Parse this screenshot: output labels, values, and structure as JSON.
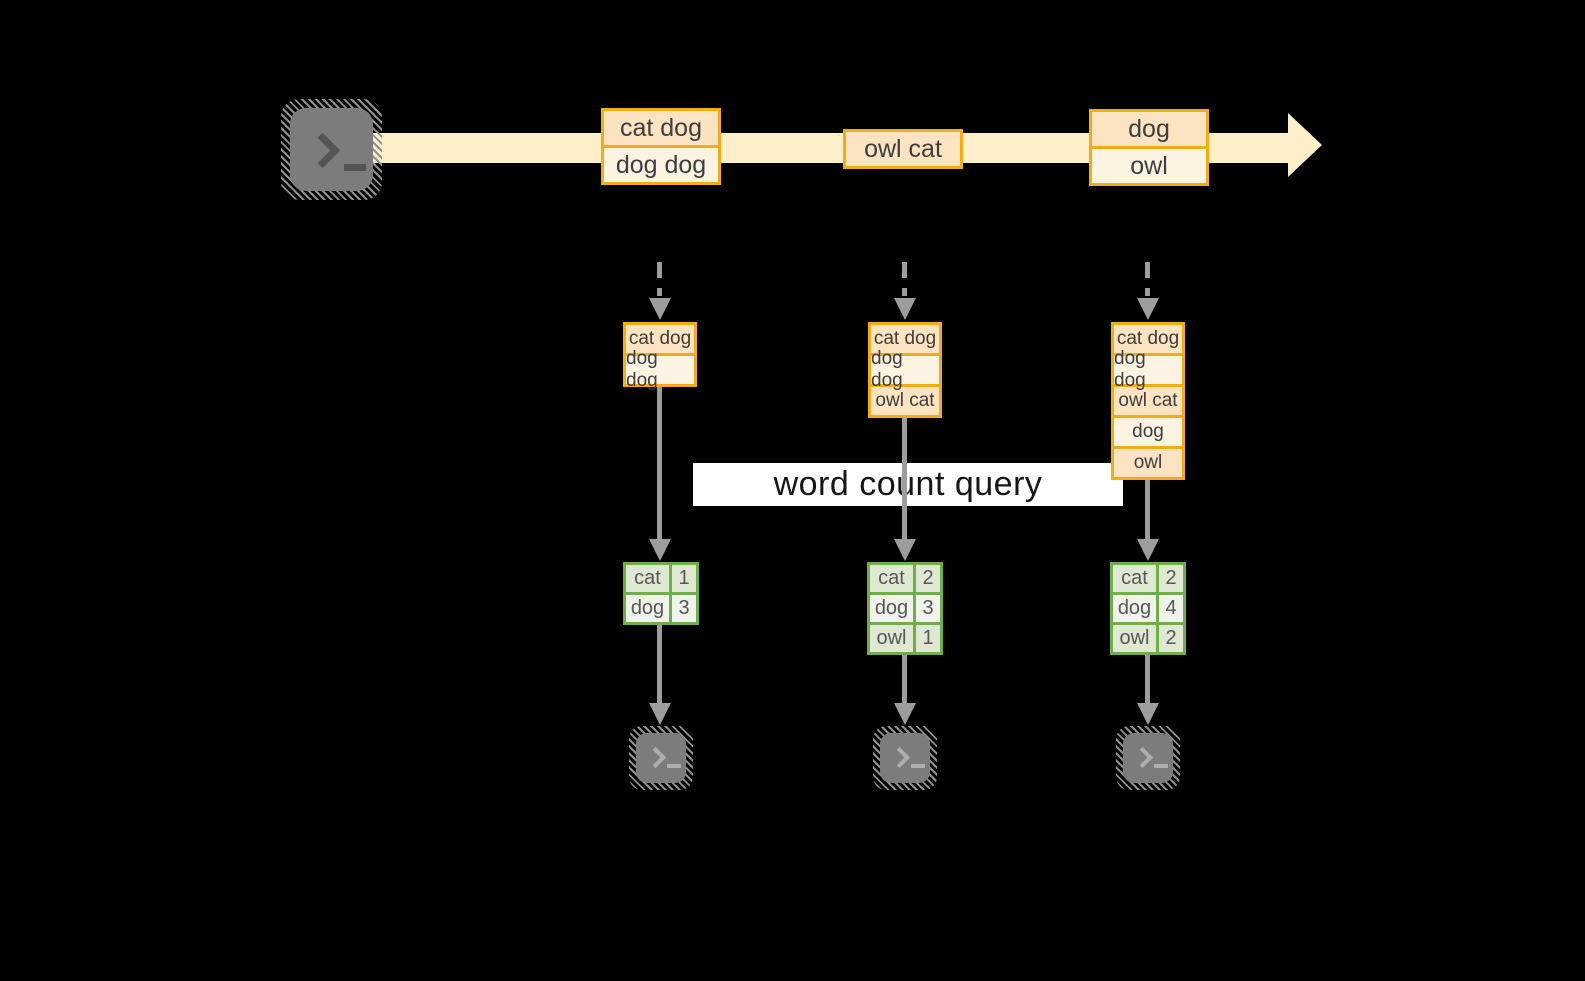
{
  "banner": {
    "label": "word count query"
  },
  "colors": {
    "background": "#000000",
    "stream_band": "#fcefca",
    "record_border": "#f1ad13",
    "record_fill_dark": "#fce3c1",
    "record_fill_light": "#fdf3e3",
    "table_border": "#6fae49",
    "table_fill_dark": "#dfe8d2",
    "table_fill_light": "#eff3ea",
    "arrow_gray": "#9d9d9d",
    "terminal_gray": "#7c7c7c",
    "banner_bg": "#ffffff"
  },
  "icons": {
    "source": "terminal-icon",
    "sinks": [
      "terminal-icon",
      "terminal-icon",
      "terminal-icon"
    ]
  },
  "stream": {
    "batches": [
      {
        "items": [
          "cat dog",
          "dog dog"
        ]
      },
      {
        "items": [
          "owl cat"
        ]
      },
      {
        "items": [
          "dog",
          "owl"
        ]
      }
    ]
  },
  "micro_batches": [
    {
      "rows": [
        "cat dog",
        "dog dog"
      ]
    },
    {
      "rows": [
        "cat dog",
        "dog dog",
        "owl cat"
      ]
    },
    {
      "rows": [
        "cat dog",
        "dog dog",
        "owl cat",
        "dog",
        "owl"
      ]
    }
  ],
  "word_counts": [
    {
      "rows": [
        {
          "word": "cat",
          "count": "1"
        },
        {
          "word": "dog",
          "count": "3"
        }
      ]
    },
    {
      "rows": [
        {
          "word": "cat",
          "count": "2"
        },
        {
          "word": "dog",
          "count": "3"
        },
        {
          "word": "owl",
          "count": "1"
        }
      ]
    },
    {
      "rows": [
        {
          "word": "cat",
          "count": "2"
        },
        {
          "word": "dog",
          "count": "4"
        },
        {
          "word": "owl",
          "count": "2"
        }
      ]
    }
  ]
}
